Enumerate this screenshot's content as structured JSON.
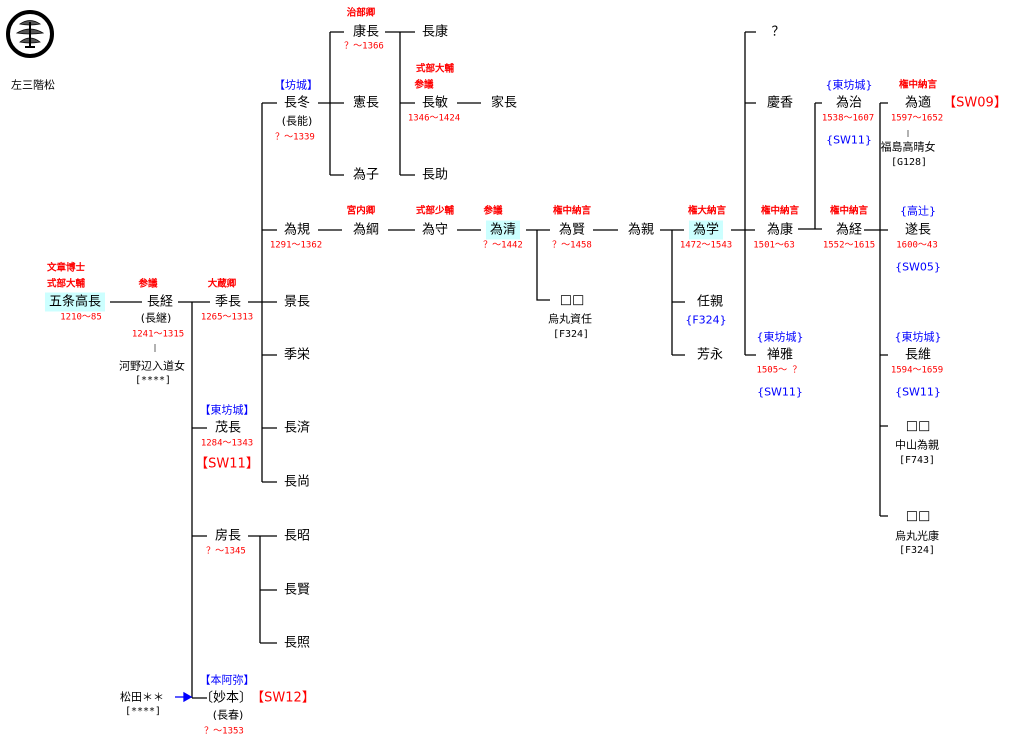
{
  "crest": {
    "label": "左三階松"
  },
  "p": {
    "takanaga": {
      "name": "五条高長",
      "t1": "文章博士",
      "t2": "式部大輔",
      "dates": "1210～85"
    },
    "nagatsune": {
      "name": "長経",
      "t1": "参議",
      "alt": "(長継)",
      "dates": "1241～1315",
      "wife": "河野辺入道女",
      "wref": "[****]"
    },
    "suenaga": {
      "name": "季長",
      "t1": "大蔵卿",
      "dates": "1265～1313"
    },
    "shigenaga": {
      "name": "茂長",
      "tag": "【東坊城】",
      "dates": "1284～1343",
      "sw": "【SW11】"
    },
    "fusanaga": {
      "name": "房長",
      "dates": "？～1345"
    },
    "myohon": {
      "name": "〔妙本〕",
      "tag": "【本阿弥】",
      "alt": "(長春)",
      "dates": "？～1353",
      "sw": "【SW12】"
    },
    "matsuda": {
      "name": "松田＊＊",
      "ref": "[****]"
    },
    "nagafuyu": {
      "name": "長冬",
      "tag": "【坊城】",
      "alt": "(長能)",
      "dates": "？～1339"
    },
    "tamenori": {
      "name": "為規",
      "dates": "1291～1362"
    },
    "kagenaga": {
      "name": "景長"
    },
    "sueei": {
      "name": "季栄"
    },
    "nagazumi": {
      "name": "長済"
    },
    "nagahisa": {
      "name": "長尚"
    },
    "nagaaki": {
      "name": "長昭"
    },
    "nagakata": {
      "name": "長賢"
    },
    "nagateru": {
      "name": "長照"
    },
    "yasunaga": {
      "name": "康長",
      "t1": "治部卿",
      "dates": "？～1366"
    },
    "norinaga": {
      "name": "憲長"
    },
    "tameko": {
      "name": "為子"
    },
    "nagayasu": {
      "name": "長康"
    },
    "nagatoshi": {
      "name": "長敏",
      "t1": "式部大輔",
      "t2": "参議",
      "dates": "1346～1424"
    },
    "nagasuke": {
      "name": "長助"
    },
    "ienaga": {
      "name": "家長"
    },
    "tametsuna": {
      "name": "為綱",
      "t1": "宮内卿"
    },
    "tamemori": {
      "name": "為守",
      "t1": "式部少輔"
    },
    "tamekiyo": {
      "name": "為清",
      "t1": "参議",
      "dates": "？～1442"
    },
    "tamekata": {
      "name": "為賢",
      "t1": "権中納言",
      "dates": "？～1458"
    },
    "sukeato": {
      "name": "□□",
      "sub": "烏丸資任",
      "ref": "[F324]"
    },
    "tamechika": {
      "name": "為親"
    },
    "tamenaka": {
      "name": "為学",
      "t1": "権大納言",
      "dates": "1472～1543"
    },
    "tochika": {
      "name": "任親",
      "ref": "{F324}"
    },
    "hoei": {
      "name": "芳永"
    },
    "unknown": {
      "name": "？"
    },
    "keiko": {
      "name": "慶香"
    },
    "tameyasu": {
      "name": "為康",
      "t1": "権中納言",
      "dates": "1501～63"
    },
    "zenga": {
      "name": "禅雅",
      "tag": "{東坊城}",
      "dates": "1505～ ？",
      "ref": "{SW11}"
    },
    "tameharu": {
      "name": "為治",
      "tag": "{東坊城}",
      "dates": "1538～1607",
      "ref": "{SW11}"
    },
    "tametsune": {
      "name": "為経",
      "t1": "権中納言",
      "dates": "1552～1615"
    },
    "tameyuki": {
      "name": "為適",
      "t1": "権中納言",
      "dates": "1597～1652",
      "wife": "福島高晴女",
      "wref": "[G128]",
      "sw": "【SW09】"
    },
    "tsuinaga": {
      "name": "遂長",
      "tag": "{高辻}",
      "dates": "1600～43",
      "ref": "{SW05}"
    },
    "nagatsuna": {
      "name": "長維",
      "tag": "{東坊城}",
      "dates": "1594～1659",
      "ref": "{SW11}"
    },
    "x1": {
      "name": "□□",
      "sub": "中山為親",
      "ref": "[F743]"
    },
    "x2": {
      "name": "□□",
      "sub": "烏丸光康",
      "ref": "[F324]"
    }
  },
  "colors": {
    "title": "#ff0000",
    "house": "#0000ff",
    "highlight": "#ccffff"
  }
}
